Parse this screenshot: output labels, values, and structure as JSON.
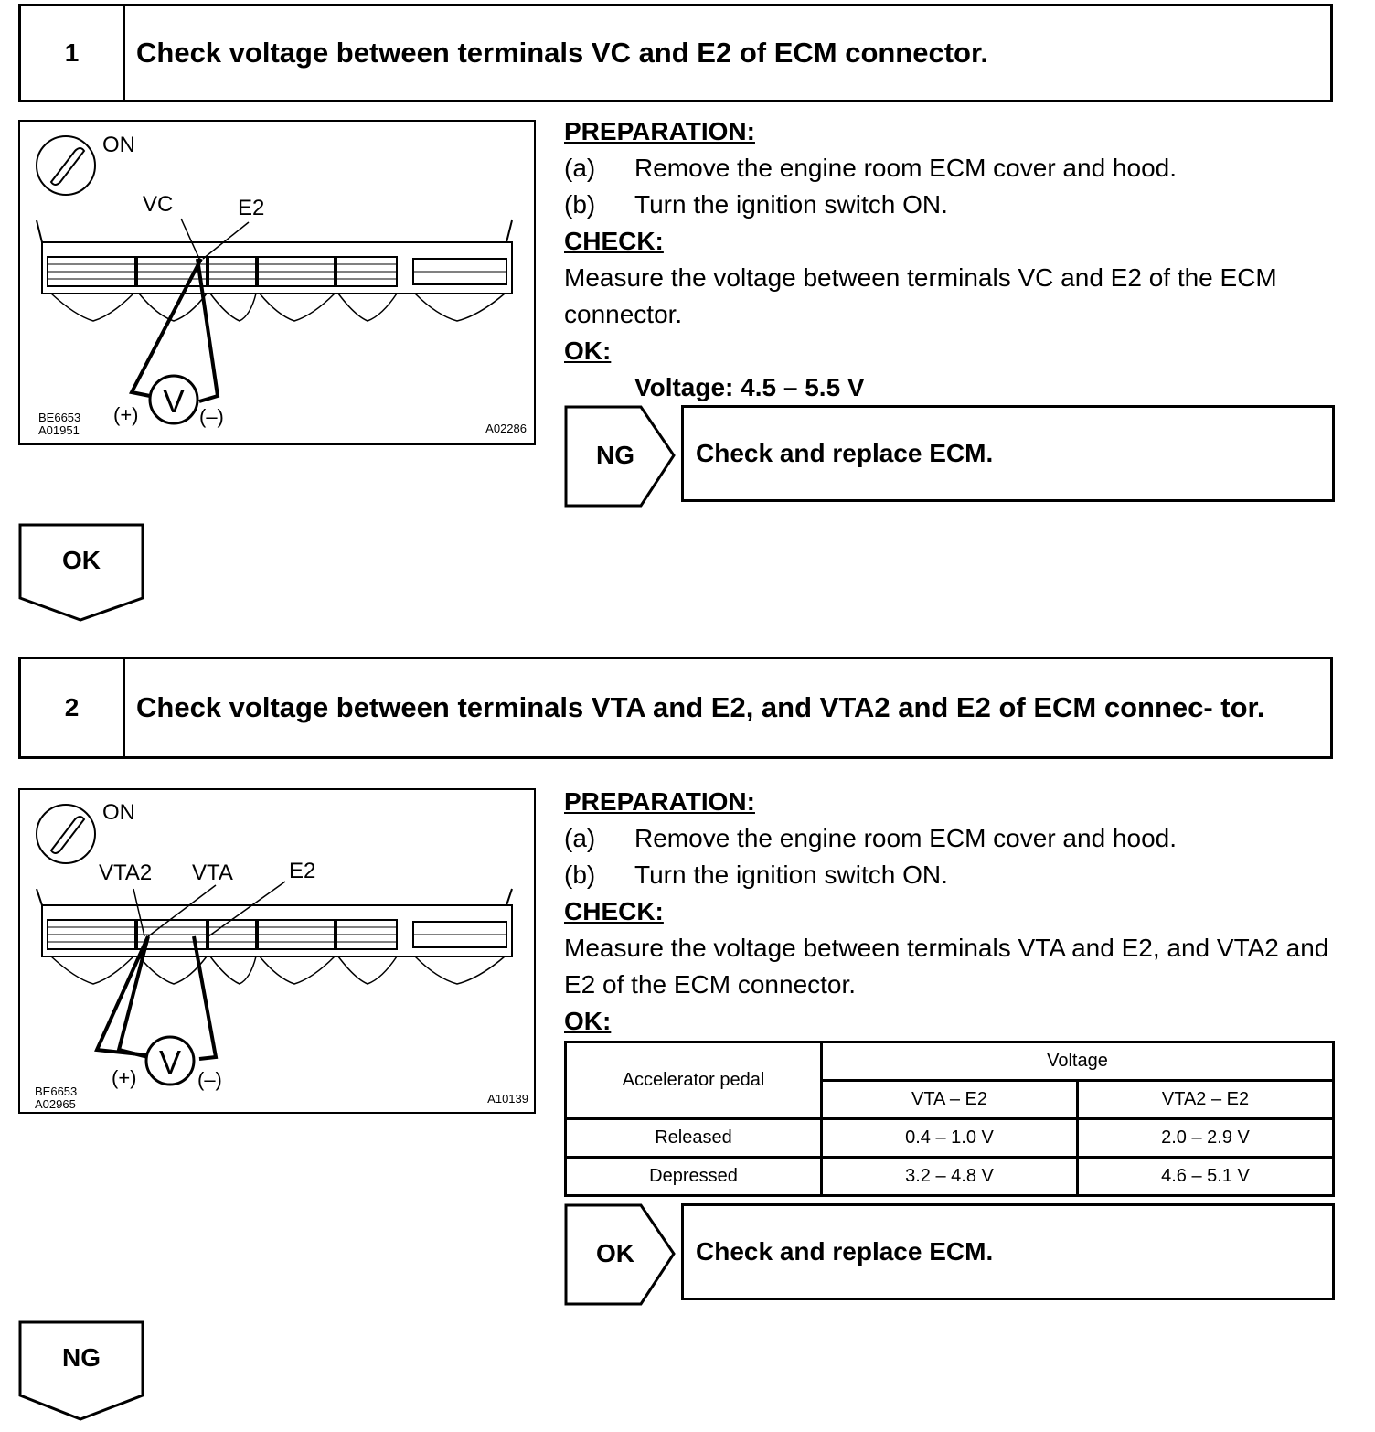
{
  "step1": {
    "number": "1",
    "title": "Check voltage between terminals VC and E2 of ECM connector.",
    "figure": {
      "switch_label": "ON",
      "terminal_labels": [
        "VC",
        "E2"
      ],
      "plus_label": "(+)",
      "minus_label": "(–)",
      "meter_symbol": "V",
      "ref_left_1": "BE6653",
      "ref_left_2": "A01951",
      "ref_right": "A02286"
    },
    "preparation_heading": "PREPARATION:",
    "prep_items": [
      {
        "mark": "(a)",
        "text": "Remove the engine room ECM cover and hood."
      },
      {
        "mark": "(b)",
        "text": "Turn the ignition switch ON."
      }
    ],
    "check_heading": "CHECK:",
    "check_text": "Measure the voltage between terminals VC and E2 of the ECM connector.",
    "ok_heading": "OK:",
    "ok_spec": "Voltage: 4.5 – 5.5 V",
    "side_result_label": "NG",
    "side_result_text": "Check and replace ECM.",
    "down_label": "OK"
  },
  "step2": {
    "number": "2",
    "title": "Check voltage between terminals VTA and E2, and VTA2 and E2 of ECM connec- tor.",
    "figure": {
      "switch_label": "ON",
      "terminal_labels": [
        "VTA2",
        "VTA",
        "E2"
      ],
      "plus_label": "(+)",
      "minus_label": "(–)",
      "meter_symbol": "V",
      "ref_left_1": "BE6653",
      "ref_left_2": "A02965",
      "ref_right": "A10139"
    },
    "preparation_heading": "PREPARATION:",
    "prep_items": [
      {
        "mark": "(a)",
        "text": "Remove the engine room ECM cover and hood."
      },
      {
        "mark": "(b)",
        "text": "Turn the ignition switch ON."
      }
    ],
    "check_heading": "CHECK:",
    "check_text": "Measure the voltage between terminals VTA and E2, and VTA2 and E2 of the ECM connector.",
    "ok_heading": "OK:",
    "table": {
      "col_pedal": "Accelerator pedal",
      "col_voltage": "Voltage",
      "sub_headers": [
        "VTA – E2",
        "VTA2 – E2"
      ],
      "rows": [
        {
          "pedal": "Released",
          "vta": "0.4 – 1.0 V",
          "vta2": "2.0 – 2.9 V"
        },
        {
          "pedal": "Depressed",
          "vta": "3.2 – 4.8 V",
          "vta2": "4.6 – 5.1 V"
        }
      ]
    },
    "side_result_label": "OK",
    "side_result_text": "Check and replace ECM.",
    "down_label": "NG"
  }
}
